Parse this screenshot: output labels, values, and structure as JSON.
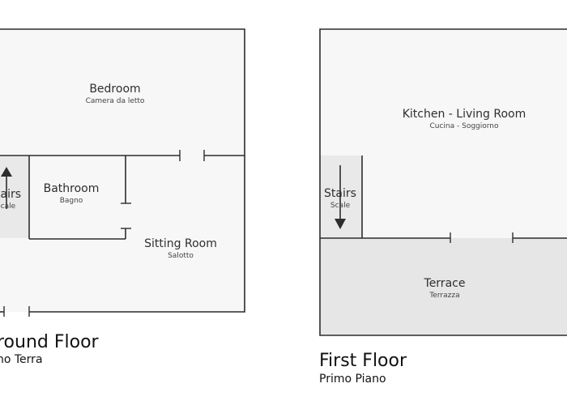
{
  "ground_floor": {
    "title": "round Floor",
    "subtitle": "no Terra",
    "rooms": {
      "bedroom": {
        "name": "Bedroom",
        "sub": "Camera da letto"
      },
      "bathroom": {
        "name": "Bathroom",
        "sub": "Bagno"
      },
      "stairs": {
        "name": "tairs",
        "sub": "Scale"
      },
      "sitting_room": {
        "name": "Sitting Room",
        "sub": "Salotto"
      }
    },
    "stairs_direction": "up"
  },
  "first_floor": {
    "title": "First Floor",
    "subtitle": "Primo Piano",
    "rooms": {
      "kitchen_living": {
        "name": "Kitchen - Living Room",
        "sub": "Cucina - Soggiorno"
      },
      "stairs": {
        "name": "Stairs",
        "sub": "Scale"
      },
      "terrace": {
        "name": "Terrace",
        "sub": "Terrazza"
      }
    },
    "stairs_direction": "down"
  },
  "colors": {
    "background": "#ffffff",
    "room_fill": "#f7f7f7",
    "stairs_fill": "#e9e9e9",
    "terrace_fill": "#e6e6e6",
    "wall": "#2d2d2d"
  }
}
